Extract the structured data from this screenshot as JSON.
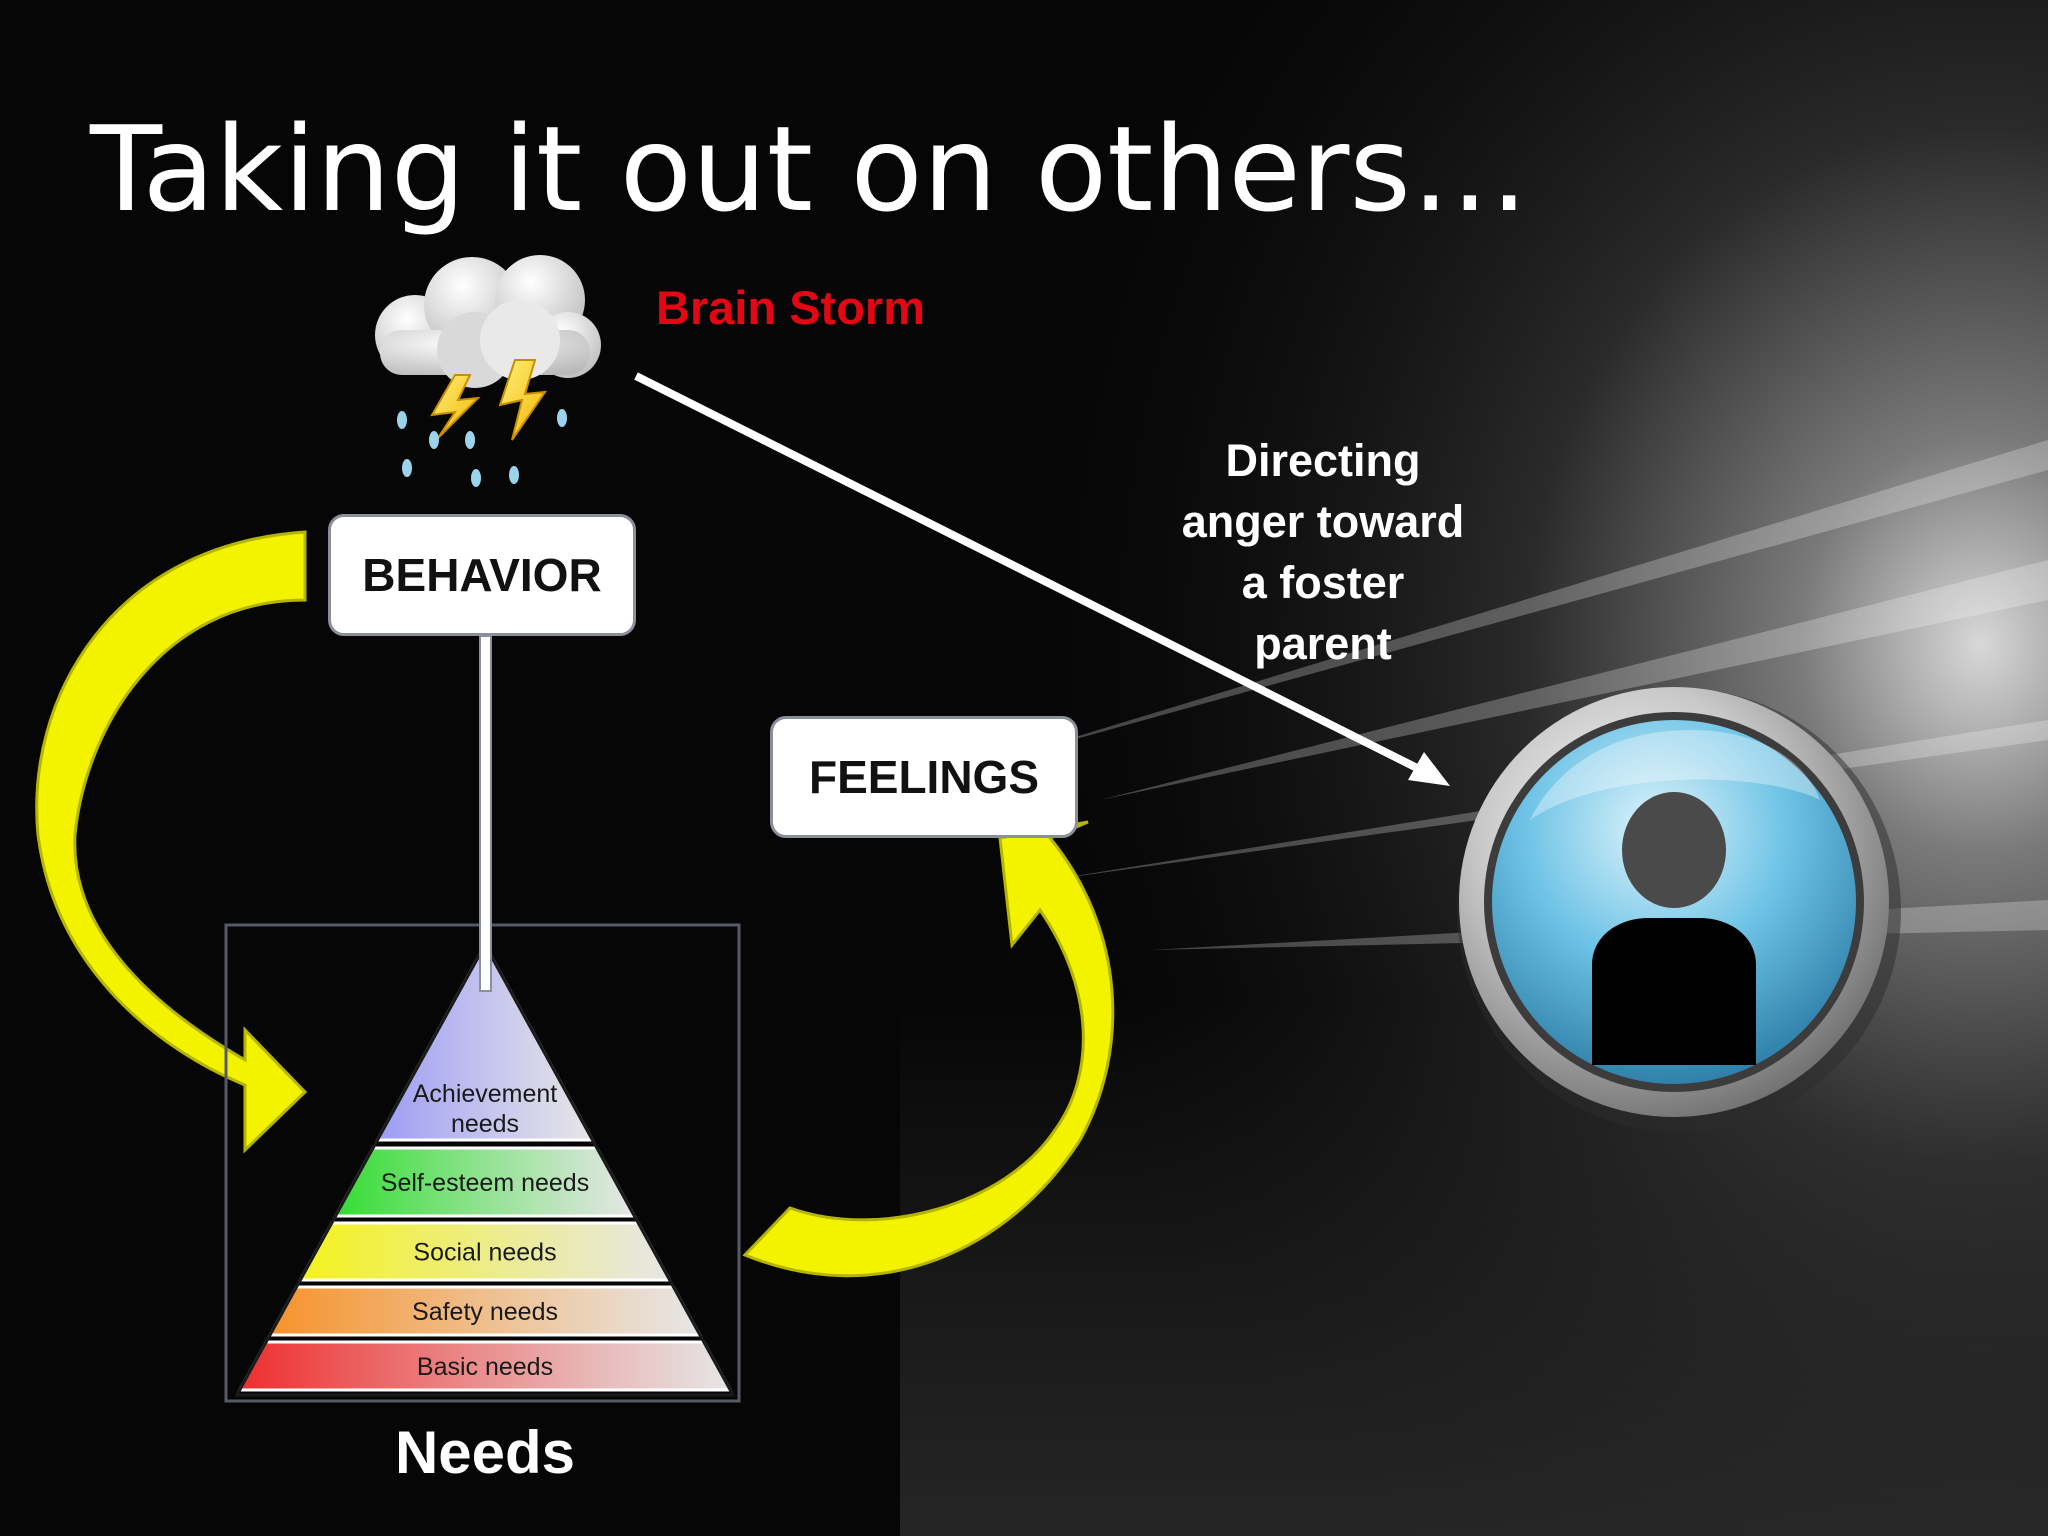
{
  "slide": {
    "title": "Taking it out on others…",
    "storm_label": "Brain Storm",
    "caption_lines": [
      "Directing",
      "anger toward",
      "a foster",
      "parent"
    ],
    "needs_label": "Needs"
  },
  "boxes": {
    "behavior": "BEHAVIOR",
    "feelings": "FEELINGS"
  },
  "pyramid": {
    "tiers": [
      {
        "lines": [
          "Achievement",
          "needs"
        ],
        "color": "#9d9bf5"
      },
      {
        "lines": [
          "Self-esteem needs"
        ],
        "color": "#33dd33"
      },
      {
        "lines": [
          "Social needs"
        ],
        "color": "#f4f21c"
      },
      {
        "lines": [
          "Safety needs"
        ],
        "color": "#f7922a"
      },
      {
        "lines": [
          "Basic needs"
        ],
        "color": "#ee2e2e"
      }
    ]
  },
  "icons": [
    "storm-cloud-icon",
    "person-button-icon"
  ],
  "colors": {
    "background": "#060606",
    "accent_red": "#e30613",
    "arrow_yellow": "#f3f300",
    "text": "#ffffff"
  }
}
